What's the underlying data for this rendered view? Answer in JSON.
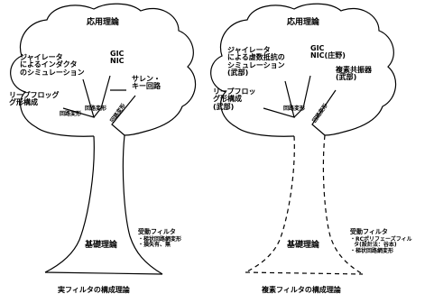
{
  "left_tree": {
    "crown_label": "応用理論",
    "gyrator": "ジャイレータ\nによるインダクタ\nのシミュレーション",
    "gic": "GIC\nNIC",
    "leapfrog": "リープフロッグ\nグ形構成",
    "sallen_key": "サレン・\nキー回路",
    "branch_left": "回路変形",
    "branch_mid": "回路変形",
    "branch_right": "回路変形",
    "base_label": "基礎理論",
    "passive_heading": "受動フィルタ",
    "passive_items": "・梯状回路網変形\n・損失有、無",
    "caption": "実フィルタの構成理論"
  },
  "right_tree": {
    "crown_label": "応用理論",
    "gyrator": "ジャイレータ\nによる虚数抵抗の\nシミュレーション\n(武部)",
    "gic": "GIC\nNIC(庄野)",
    "complex_coupler": "複素共振器\n(武部)",
    "leapfrog": "リープフロッ\nグ形構成\n(武部)",
    "branch_left": "回路変形",
    "branch_right": "回路変形",
    "base_label": "基礎理論",
    "passive_heading": "受動フィルタ",
    "passive_items": "・RCポリフェーズフィル\n  タ(設計法：谷本)\n・梯状回路網変形",
    "caption": "複素フィルタの構成理論"
  }
}
